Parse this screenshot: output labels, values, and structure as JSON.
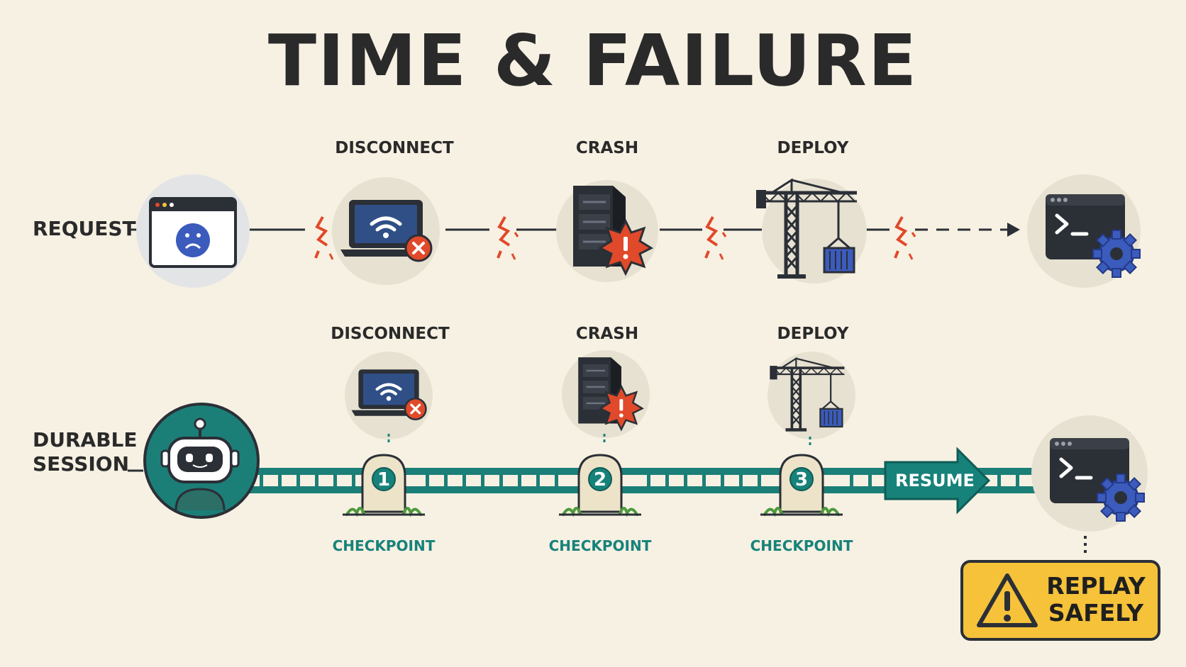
{
  "title": "TIME & FAILURE",
  "top_row": {
    "label": "REQUEST",
    "events": [
      "DISCONNECT",
      "CRASH",
      "DEPLOY"
    ]
  },
  "bottom_row": {
    "label_line1": "DURABLE",
    "label_line2": "SESSION",
    "events": [
      "DISCONNECT",
      "CRASH",
      "DEPLOY"
    ],
    "checkpoints": [
      {
        "number": "1",
        "label": "CHECKPOINT"
      },
      {
        "number": "2",
        "label": "CHECKPOINT"
      },
      {
        "number": "3",
        "label": "CHECKPOINT"
      }
    ],
    "resume_label": "RESUME"
  },
  "replay": {
    "line1": "REPLAY",
    "line2": "SAFELY"
  },
  "icons": {
    "browser": "sad-browser-icon",
    "laptop": "laptop-wifi-error-icon",
    "server": "server-crash-icon",
    "crane": "crane-deploy-icon",
    "terminal": "terminal-gear-icon",
    "robot": "robot-agent-icon",
    "warning": "warning-icon"
  },
  "colors": {
    "background": "#f7f1e3",
    "teal": "#1b7f78",
    "alert_red": "#e0492a",
    "warning_yellow": "#f5c23a",
    "blue": "#3b5bbd"
  }
}
